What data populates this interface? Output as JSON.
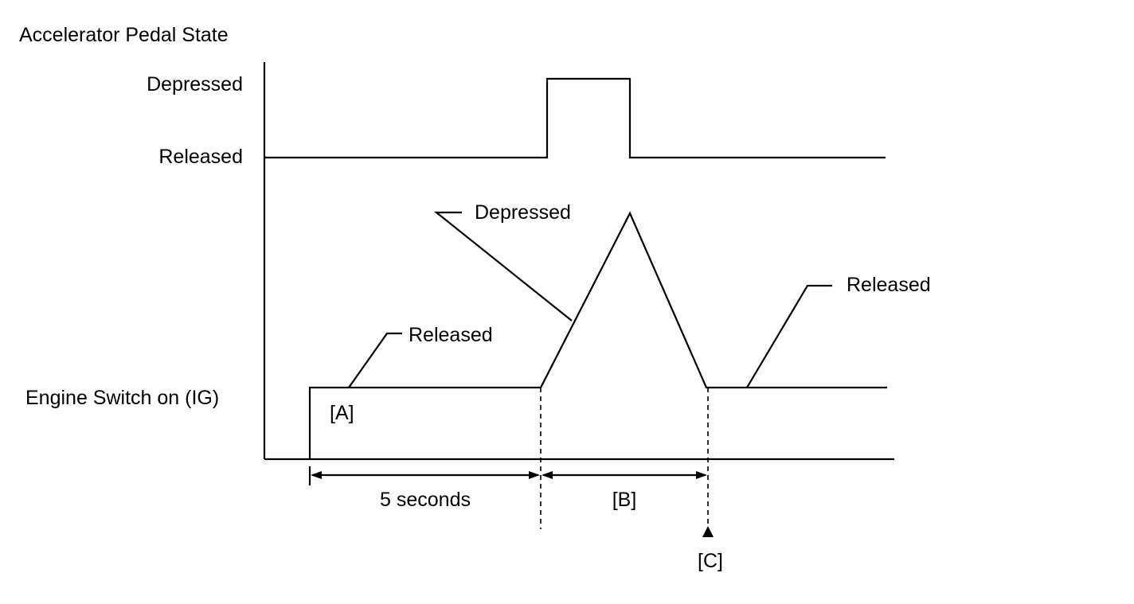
{
  "title": "Accelerator Pedal State",
  "pedal_levels": {
    "depressed": "Depressed",
    "released": "Released"
  },
  "engine_switch_label": "Engine Switch on (IG)",
  "callouts": {
    "released_first": "Released",
    "depressed": "Depressed",
    "released_last": "Released"
  },
  "markers": {
    "a": "[A]",
    "b": "[B]",
    "c": "[C]"
  },
  "interval_5s": "5 seconds"
}
